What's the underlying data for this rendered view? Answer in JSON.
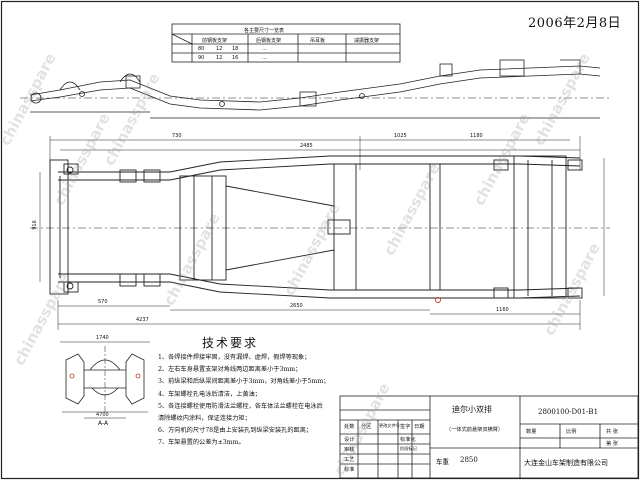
{
  "header": {
    "date": "2006年2月8日"
  },
  "top_table": {
    "title": "各主要尺寸一览表",
    "columns": [
      "前钢板支架",
      "后钢板支架",
      "吊耳板",
      "减振器支架"
    ],
    "rows": [
      [
        "80",
        "12",
        "18",
        "..."
      ],
      [
        "90",
        "12",
        "16",
        "..."
      ]
    ]
  },
  "dimensions": {
    "top_left": "730",
    "top_mid_a": "1025",
    "top_mid_b": "2485",
    "top_mid_c": "1180",
    "left_v": "916",
    "bottom_a": "570",
    "bottom_b": "2650",
    "bottom_c": "1160",
    "bottom_d": "4237",
    "section_top": "1740",
    "section_bottom": "4700"
  },
  "section_label": "A-A",
  "tech_requirements": {
    "title": "技术要求",
    "items": [
      "1、各焊接件焊接牢固，没有漏焊、虚焊，假焊等现象；",
      "2、左右车身悬置支架对角线两边距离差小于3mm；",
      "3、前纵梁和后纵梁间距离差小于3mm，对角线差小于5mm；",
      "4、车架螺栓孔电泳后清洁，上黄油；",
      "5、各连接螺栓使用防滑法兰螺栓，各车体法兰螺栓在电泳后",
      "   清除螺纹内涂料，保证连接力矩；",
      "6、方向机的尺寸78是由上安装孔到纵梁安装孔的距离；",
      "7、车架悬置的公差为±3mm。"
    ]
  },
  "title_block": {
    "product_name": "迪尔小双排",
    "product_sub": "（一体式前悬架双横臂）",
    "drawing_no": "2800100-D01-B1",
    "weight_label": "车重",
    "weight_value": "2850",
    "company": "大连金山车架制造有限公司",
    "labels_left": [
      "处数",
      "设计",
      "审核",
      "工艺",
      "标准",
      "批准"
    ],
    "labels_top": [
      "处数",
      "分区",
      "更改文件号",
      "签字",
      "日期"
    ],
    "labels_mid": [
      "标准化",
      "阶段标记",
      "重量",
      "比例"
    ],
    "labels_right": [
      "数量",
      "比例",
      "共 张",
      "第 张"
    ]
  },
  "watermark": "chinasspare"
}
